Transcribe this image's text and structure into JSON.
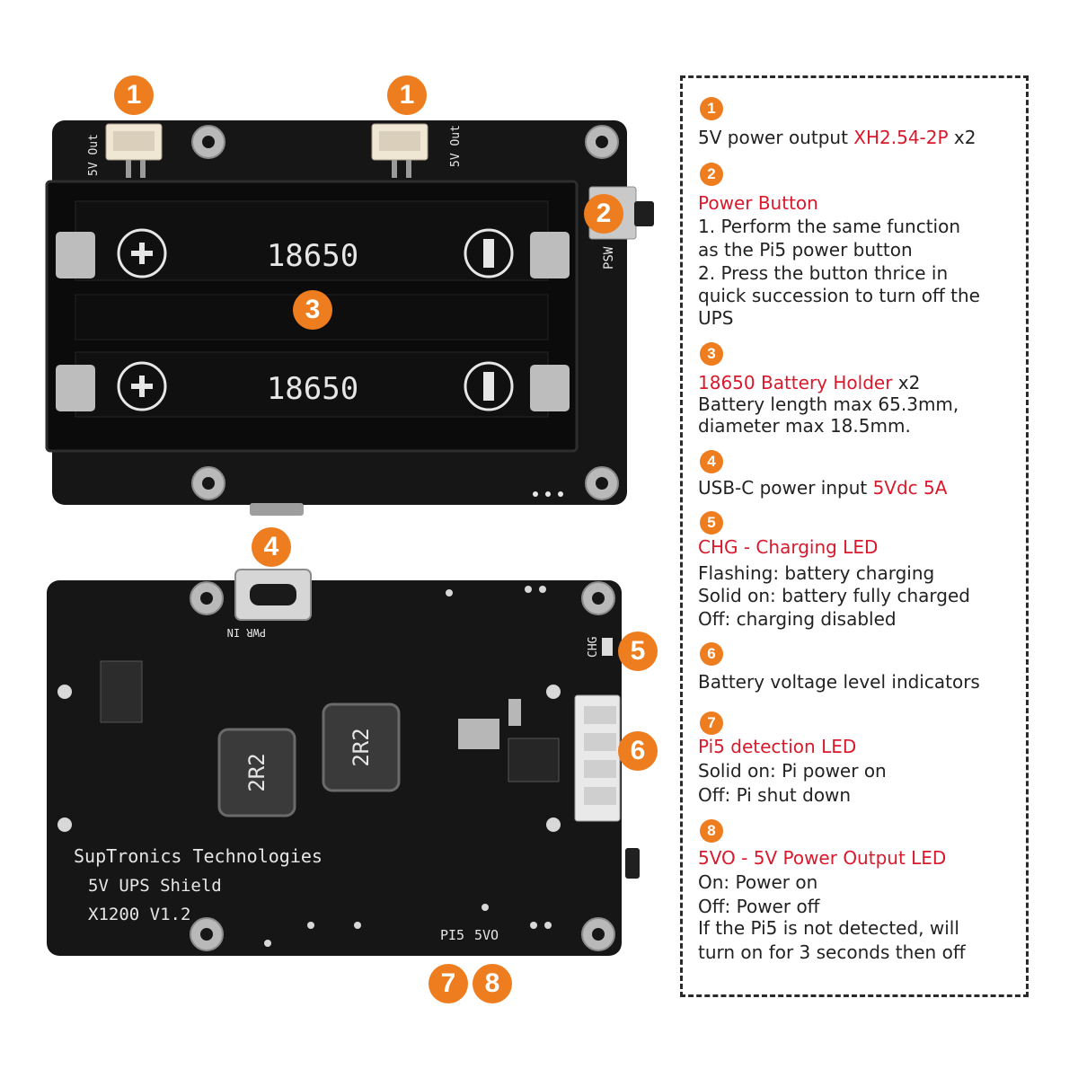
{
  "colors": {
    "accent": "#ee7d1f",
    "highlight": "#d9192c",
    "board": "#151515",
    "text": "#222222"
  },
  "callouts": {
    "top_output_left": "1",
    "top_output_right": "1",
    "power_button": "2",
    "battery_holder": "3",
    "usbc": "4",
    "chg_led": "5",
    "level_indicators": "6",
    "pi5_led": "7",
    "fivevo_led": "8"
  },
  "top_board": {
    "out_label_left": "5V Out",
    "out_label_right": "5V Out",
    "cell_label_1": "18650",
    "cell_label_2": "18650",
    "psw_label": "PSW"
  },
  "bottom_board": {
    "brand": "SupTronics Technologies",
    "product": "5V UPS Shield",
    "model": "X1200 V1.2",
    "pwr_in": "PWR IN",
    "chg": "CHG",
    "inductor_1": "2R2",
    "inductor_2": "2R2",
    "pi5_label": "PI5",
    "fivevo_label": "5VO"
  },
  "legend": [
    {
      "num": "1",
      "title": "",
      "title_suffix": "",
      "lines": [
        "5V power output "
      ],
      "inline_red": "XH2.54-2P",
      "inline_suffix": " x2"
    },
    {
      "num": "2",
      "title": "Power Button",
      "lines": [
        "1. Perform the same function",
        "as the Pi5 power button",
        "2. Press the button thrice in",
        "quick succession to turn off the",
        "UPS"
      ]
    },
    {
      "num": "3",
      "title": "18650 Battery Holder",
      "title_suffix": " x2",
      "lines": [
        "Battery length max 65.3mm,",
        "diameter max 18.5mm."
      ]
    },
    {
      "num": "4",
      "lines": [
        "USB-C power input "
      ],
      "inline_red": "5Vdc 5A",
      "inline_suffix": ""
    },
    {
      "num": "5",
      "title": "CHG - Charging LED",
      "lines": [
        "Flashing: battery charging",
        "Solid on: battery fully charged",
        "Off: charging disabled"
      ]
    },
    {
      "num": "6",
      "lines": [
        "Battery voltage level indicators"
      ]
    },
    {
      "num": "7",
      "title": "Pi5 detection LED",
      "lines": [
        "Solid on: Pi power on",
        "Off: Pi shut down"
      ]
    },
    {
      "num": "8",
      "title": "5VO - 5V Power Output LED",
      "lines": [
        "On: Power on",
        "Off: Power off",
        "If the Pi5 is not detected, will",
        "turn on for 3 seconds then off"
      ]
    }
  ]
}
